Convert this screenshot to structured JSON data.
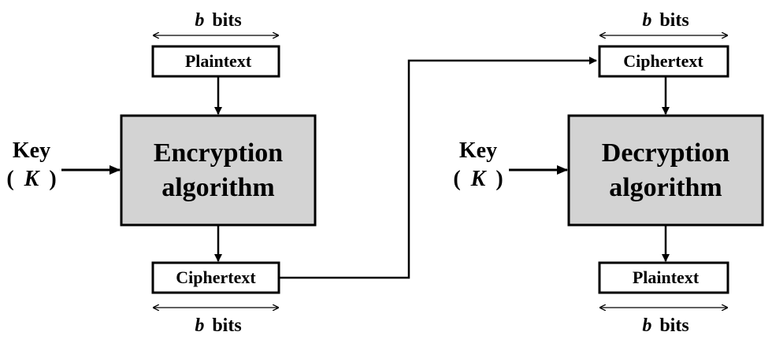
{
  "encryption": {
    "bits_top": {
      "var": "b",
      "unit": "bits"
    },
    "input_label": "Plaintext",
    "algorithm_line1": "Encryption",
    "algorithm_line2": "algorithm",
    "key_word": "Key",
    "key_open": "(",
    "key_var": "K",
    "key_close": ")",
    "output_label": "Ciphertext",
    "bits_bottom": {
      "var": "b",
      "unit": "bits"
    }
  },
  "decryption": {
    "bits_top": {
      "var": "b",
      "unit": "bits"
    },
    "input_label": "Ciphertext",
    "algorithm_line1": "Decryption",
    "algorithm_line2": "algorithm",
    "key_word": "Key",
    "key_open": "(",
    "key_var": "K",
    "key_close": ")",
    "output_label": "Plaintext",
    "bits_bottom": {
      "var": "b",
      "unit": "bits"
    }
  },
  "colors": {
    "algorithm_fill": "#d3d3d3",
    "box_fill": "#ffffff",
    "stroke": "#000000"
  }
}
